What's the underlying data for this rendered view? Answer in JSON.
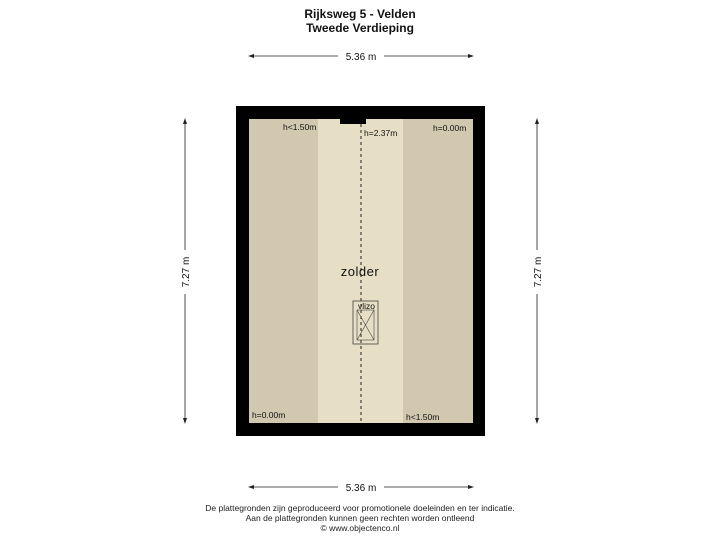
{
  "header": {
    "title": "Rijksweg 5 - Velden",
    "subtitle": "Tweede Verdieping"
  },
  "dimensions": {
    "top_width": "5.36 m",
    "bottom_width": "5.36 m",
    "left_height": "7.27 m",
    "right_height": "7.27 m"
  },
  "room": {
    "name": "zolder",
    "hatch_label": "vlizo"
  },
  "heights": {
    "top_left": "h<1.50m",
    "top_center": "h=2.37m",
    "top_right": "h=0.00m",
    "bottom_left": "h=0.00m",
    "bottom_right": "h<1.50m"
  },
  "footer": {
    "line1": "De plattegronden zijn geproduceerd voor promotionele doeleinden en ter indicatie.",
    "line2": "Aan de plattegronden kunnen geen rechten worden ontleend",
    "line3": "© www.objectenco.nl"
  },
  "colors": {
    "wall": "#000000",
    "low_zone": "#d2c8af",
    "high_zone": "#e6dfc5",
    "background": "#ffffff"
  }
}
